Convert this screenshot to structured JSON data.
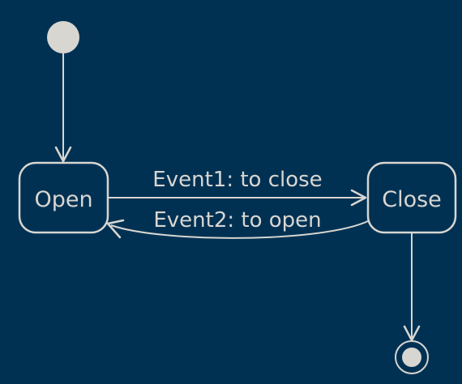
{
  "diagram": {
    "type": "state-diagram",
    "colors": {
      "background": "#003153",
      "foreground": "#d8d6d1"
    },
    "states": [
      {
        "id": "open",
        "label": "Open"
      },
      {
        "id": "close",
        "label": "Close"
      }
    ],
    "pseudo_states": [
      {
        "id": "start",
        "kind": "initial"
      },
      {
        "id": "end",
        "kind": "final"
      }
    ],
    "transitions": [
      {
        "from": "start",
        "to": "open",
        "label": ""
      },
      {
        "from": "open",
        "to": "close",
        "label": "Event1: to close"
      },
      {
        "from": "close",
        "to": "open",
        "label": "Event2: to open"
      },
      {
        "from": "close",
        "to": "end",
        "label": ""
      }
    ]
  }
}
